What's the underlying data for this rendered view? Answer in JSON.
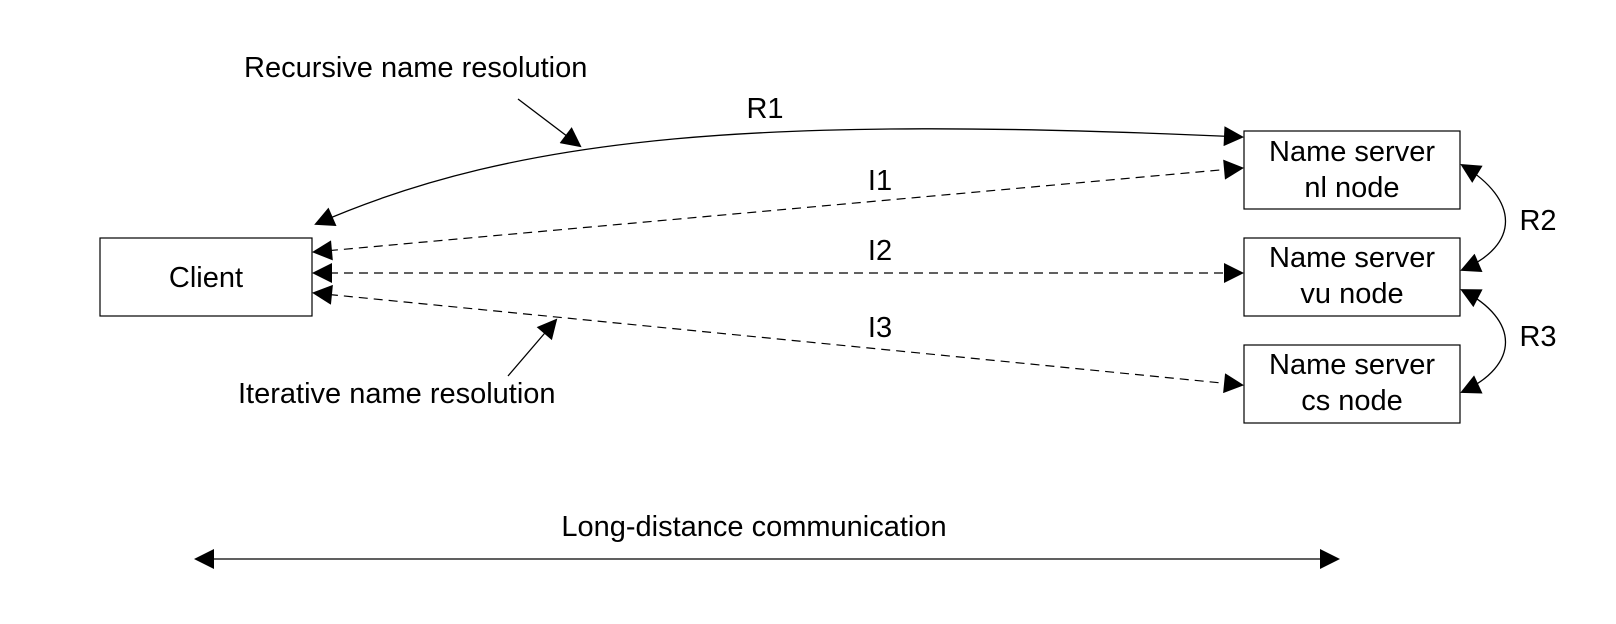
{
  "nodes": {
    "client": "Client",
    "ns_nl": {
      "line1": "Name server",
      "line2": "nl node"
    },
    "ns_vu": {
      "line1": "Name server",
      "line2": "vu node"
    },
    "ns_cs": {
      "line1": "Name server",
      "line2": "cs node"
    }
  },
  "edge_labels": {
    "r1": "R1",
    "r2": "R2",
    "r3": "R3",
    "i1": "I1",
    "i2": "I2",
    "i3": "I3"
  },
  "annotations": {
    "recursive": "Recursive name resolution",
    "iterative": "Iterative name resolution",
    "long_distance": "Long-distance communication"
  },
  "colors": {
    "line": "#000000",
    "background": "#ffffff"
  }
}
